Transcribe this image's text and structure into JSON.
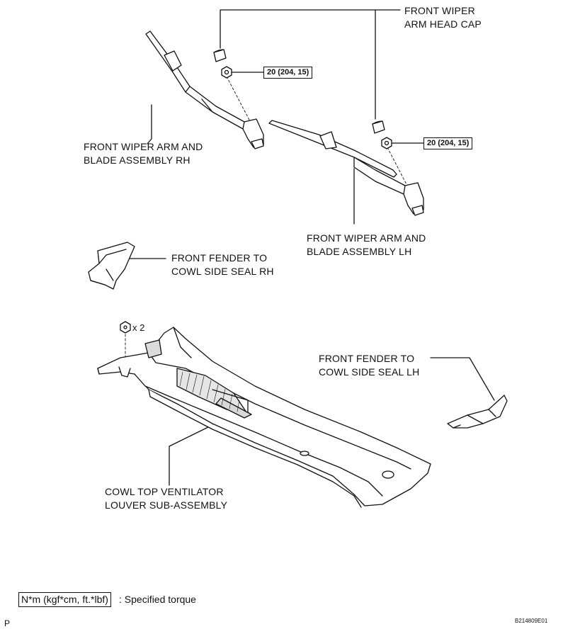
{
  "labels": {
    "head_cap": [
      "FRONT WIPER",
      "ARM HEAD CAP"
    ],
    "arm_rh": [
      "FRONT WIPER ARM AND",
      "BLADE ASSEMBLY RH"
    ],
    "arm_lh": [
      "FRONT WIPER ARM AND",
      "BLADE ASSEMBLY LH"
    ],
    "seal_rh": [
      "FRONT FENDER TO",
      "COWL SIDE SEAL RH"
    ],
    "seal_lh": [
      "FRONT FENDER TO",
      "COWL SIDE SEAL LH"
    ],
    "cowl": [
      "COWL TOP VENTILATOR",
      "LOUVER SUB-ASSEMBLY"
    ]
  },
  "torque_rh": "20 (204, 15)",
  "torque_lh": "20 (204, 15)",
  "clip_qty": "x 2",
  "legend": {
    "unit_box": "N*m (kgf*cm, ft.*lbf)",
    "description": ": Specified torque"
  },
  "figure_id": "B214809E01",
  "page_mark": "P"
}
